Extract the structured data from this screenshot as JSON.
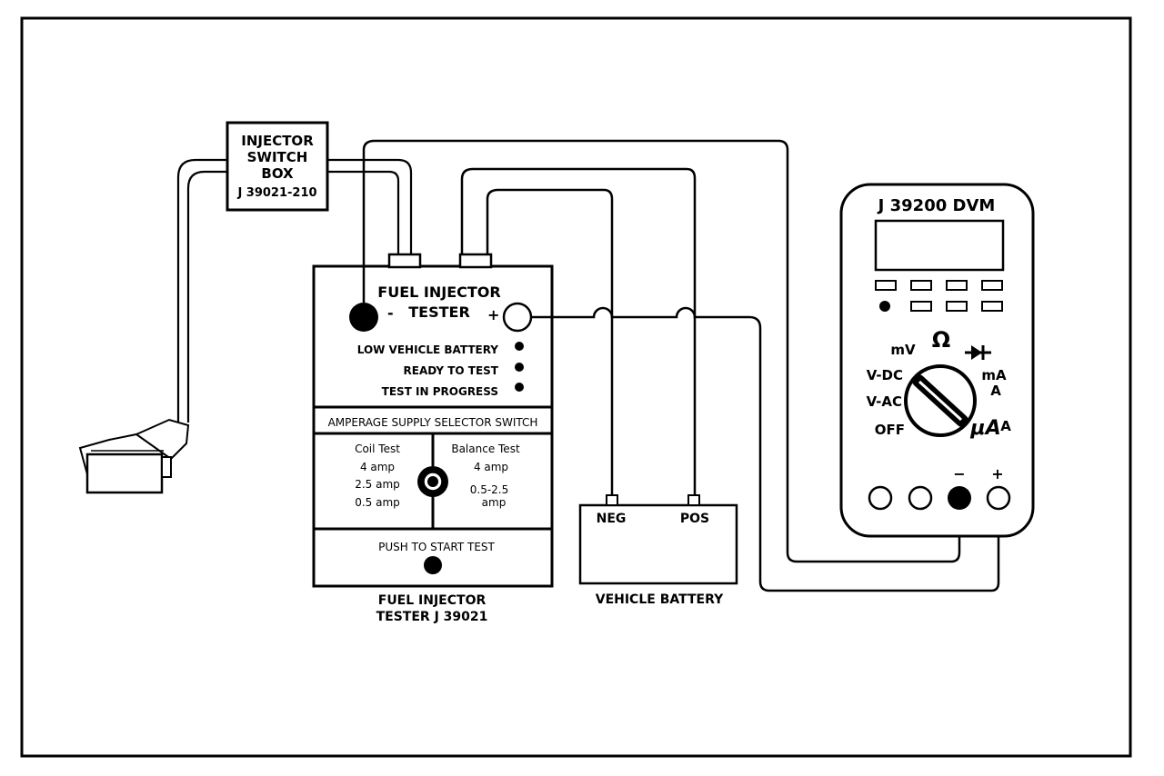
{
  "switch_box": {
    "line1": "INJECTOR",
    "line2": "SWITCH",
    "line3": "BOX",
    "line4": "J 39021-210"
  },
  "tester": {
    "title1": "FUEL INJECTOR",
    "title2": "TESTER",
    "minus": "-",
    "plus": "+",
    "indicators": [
      "LOW VEHICLE BATTERY",
      "READY TO TEST",
      "TEST IN PROGRESS"
    ],
    "selector_label": "AMPERAGE SUPPLY SELECTOR SWITCH",
    "coil": {
      "title": "Coil Test",
      "opts": [
        "4 amp",
        "2.5 amp",
        "0.5 amp"
      ]
    },
    "balance": {
      "title": "Balance Test",
      "opt1": "4 amp",
      "opt2a": "0.5-2.5",
      "opt2b": "amp"
    },
    "push_label": "PUSH TO START TEST",
    "caption1": "FUEL INJECTOR",
    "caption2": "TESTER J 39021"
  },
  "battery": {
    "neg": "NEG",
    "pos": "POS",
    "caption": "VEHICLE BATTERY"
  },
  "dvm": {
    "title": "J 39200 DVM",
    "mv": "mV",
    "ohm": "Ω",
    "vdc": "V-DC",
    "vac": "V-AC",
    "off": "OFF",
    "ma": "mA",
    "a": "A",
    "ua": "μA",
    "ua_a": "A",
    "minus": "−",
    "plus": "+"
  }
}
